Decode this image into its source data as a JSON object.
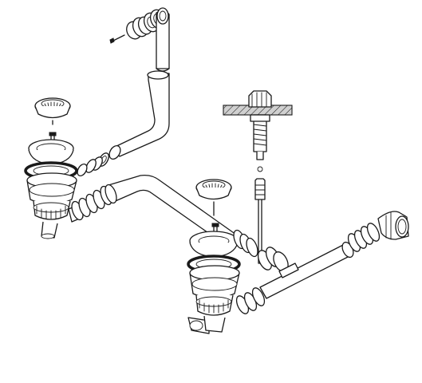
{
  "diagram": {
    "parts": [
      "overflow-elbow-outlet",
      "overflow-screw",
      "overflow-gasket-ring",
      "overflow-pipe",
      "basket-strainer-left",
      "strainer-waste-body-left",
      "connecting-pipe",
      "basket-strainer-right",
      "strainer-waste-body-right",
      "sink-section-with-button",
      "pull-cable",
      "outlet-pipe",
      "outlet-elbow"
    ],
    "colors": {
      "line": "#1a1a1a",
      "fill": "#ffffff",
      "hatch": "#bdbdbd"
    }
  }
}
